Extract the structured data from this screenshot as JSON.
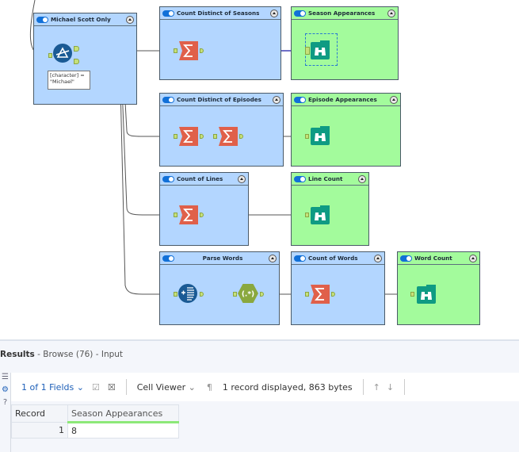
{
  "canvas": {
    "containers": [
      {
        "id": "michael",
        "title": "Michael Scott Only",
        "color": "blue",
        "expression": "[character] = \"Michael\"",
        "filter_anchors": {
          "true": "T",
          "false": "F"
        }
      },
      {
        "id": "seasons",
        "title": "Count Distinct of Seasons",
        "color": "blue"
      },
      {
        "id": "season-app",
        "title": "Season Appearances",
        "color": "green"
      },
      {
        "id": "episodes",
        "title": "Count Distinct of Episodes",
        "color": "blue"
      },
      {
        "id": "episode-app",
        "title": "Episode Appearances",
        "color": "green"
      },
      {
        "id": "lines",
        "title": "Count of Lines",
        "color": "blue"
      },
      {
        "id": "line-count",
        "title": "Line Count",
        "color": "green"
      },
      {
        "id": "parse",
        "title": "Parse Words",
        "color": "blue"
      },
      {
        "id": "words",
        "title": "Count of Words",
        "color": "blue"
      },
      {
        "id": "word-count",
        "title": "Word Count",
        "color": "green"
      }
    ],
    "regex_label": "(.*)",
    "colors": {
      "container_blue": "#b3d6ff",
      "container_green": "#a3fb9c",
      "summarize": "#e0604a",
      "browse": "#0f9b83",
      "filter": "#1a5a94",
      "regex": "#8aa83e",
      "selected_wire": "#1a1aa8"
    }
  },
  "results": {
    "title_bold": "Results",
    "title_rest": " - Browse (76) - Input",
    "toolbar": {
      "fields": "1 of 1 Fields",
      "cell_viewer": "Cell Viewer",
      "status": "1 record displayed, 863 bytes"
    },
    "table": {
      "headers": [
        "Record",
        "Season Appearances"
      ],
      "rows": [
        [
          "1",
          "8"
        ]
      ]
    }
  }
}
